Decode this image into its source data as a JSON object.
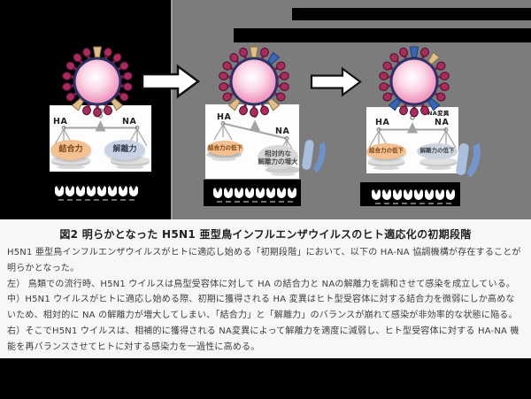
{
  "colors": {
    "background": "#000000",
    "gray_panel": "#7c7c7c",
    "caption_bg": "#f7f7f6",
    "binding_ellipse": "#f3c091",
    "dissociation_ellipse": "#c9d3e3",
    "crescent_blue": "#7596cc",
    "virus_spike": "#a62d5d",
    "virus_core": "#f3a1c6"
  },
  "receptors_per_row": 8,
  "panels": [
    {
      "ha": "HA",
      "na": "NA",
      "left_force": "結合力",
      "right_force": "解離力"
    },
    {
      "ha": "HA",
      "na": "NA",
      "left_force": "結合力の低下",
      "right_force_line1": "相対的な",
      "right_force_line2": "解離力の増大"
    },
    {
      "ha": "HA",
      "na": "NA",
      "mutation_label": "NA変異",
      "left_force": "結合力の低下",
      "right_force": "解離力の低下"
    }
  ],
  "caption": {
    "title": "図2 明らかとなった H5N1 亜型鳥インフルエンザウイルスのヒト適応化の初期段階",
    "lines": [
      "H5N1 亜型鳥インフルエンザウイルスがヒトに適応し始める「初期段階」において、以下の HA-NA 協調機構が存在することが",
      "明らかとなった。",
      "左） 鳥類での流行時、H5N1 ウイルスは鳥型受容体に対して HA の結合力と NAの解離力を調和させて感染を成立している。",
      "中）H5N1 ウイルスがヒトに適応し始める際、初期に獲得される HA 変異はヒト型受容体に対する結合力を微弱にしか高めな",
      "いため、相対的に NA の解離力が増大してしまい、「結合力」と「解離力」のバランスが崩れて感染が非効率的な状態に陥る。",
      "右）そこでH5N1 ウイルスは、相補的に獲得される NA変異によって解離力を適度に減弱し、ヒト型受容体に対する HA-NA 機",
      "能を再バランスさせてヒトに対する感染力を一過性に高める。"
    ]
  }
}
